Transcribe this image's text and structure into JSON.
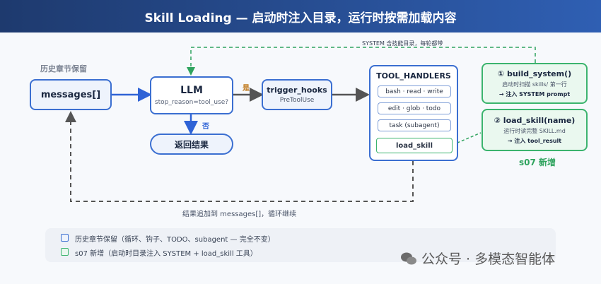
{
  "title": "Skill Loading — 启动时注入目录，运行时按需加载内容",
  "history_label": "历史章节保留",
  "messages": "messages[]",
  "llm": {
    "title": "LLM",
    "sub": "stop_reason=tool_use?"
  },
  "yes": "是",
  "no": "否",
  "return_result": "返回结果",
  "trigger": {
    "title": "trigger_hooks",
    "sub": "PreToolUse"
  },
  "handlers": {
    "title": "TOOL_HANDLERS",
    "items": [
      "bash · read · write",
      "edit · glob · todo",
      "task (subagent)"
    ],
    "load_skill": "load_skill"
  },
  "build_system": {
    "title": "① build_system()",
    "line1": "启动时扫描 skills/ 第一行",
    "line2": "→ 注入 SYSTEM prompt"
  },
  "load_skill_box": {
    "title": "② load_skill(name)",
    "line1": "运行时读完整 SKILL.md",
    "line2": "→ 注入 tool_result"
  },
  "s07_new": "s07 新增",
  "system_note": "SYSTEM 含技能目录，每轮都带",
  "loop_note": "结果追加到 messages[]，循环继续",
  "legend": [
    "历史章节保留（循环、钩子、TODO、subagent — 完全不变）",
    "s07 新增（启动时目录注入 SYSTEM + load_skill 工具）"
  ],
  "watermark": "公众号 · 多模态智能体",
  "colors": {
    "blue": "#3b6fd1",
    "green": "#3cb46e",
    "dark": "#555555"
  }
}
